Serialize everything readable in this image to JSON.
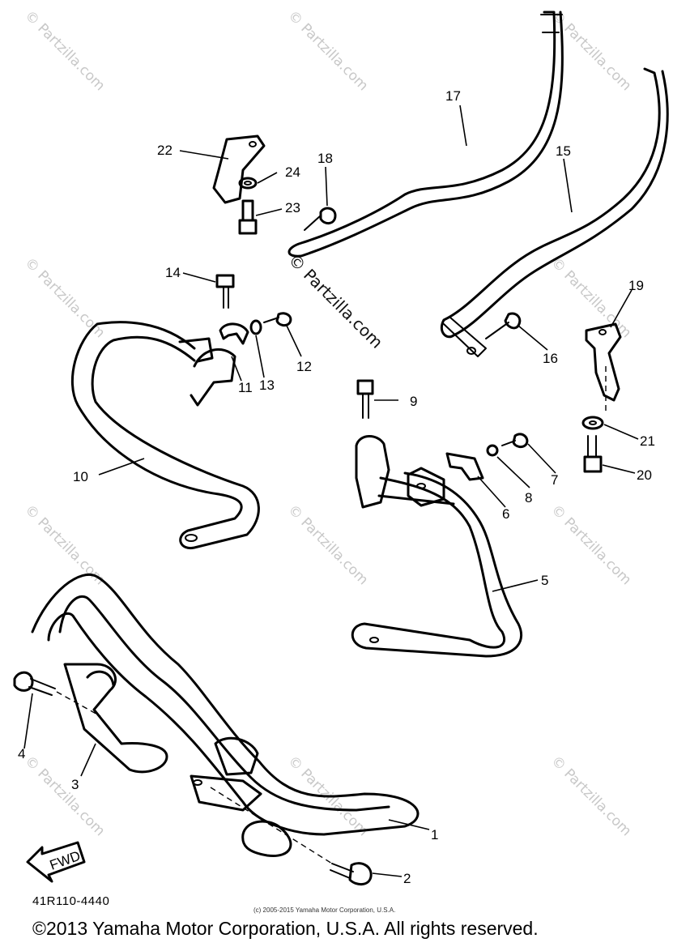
{
  "diagram": {
    "callouts": {
      "c1": "1",
      "c2": "2",
      "c3": "3",
      "c4": "4",
      "c5": "5",
      "c6": "6",
      "c7": "7",
      "c8": "8",
      "c9": "9",
      "c10": "10",
      "c11": "11",
      "c12": "12",
      "c13": "13",
      "c14": "14",
      "c15": "15",
      "c16": "16",
      "c17": "17",
      "c18": "18",
      "c19": "19",
      "c20": "20",
      "c21": "21",
      "c22": "22",
      "c23": "23",
      "c24": "24"
    },
    "fwd_label": "FWD",
    "diagram_code": "41R110-4440",
    "watermark": "© Partzilla.com",
    "small_copyright": "(c) 2005-2015 Yamaha Motor Corporation, U.S.A.",
    "copyright": "©2013 Yamaha Motor Corporation, U.S.A. All rights reserved."
  }
}
